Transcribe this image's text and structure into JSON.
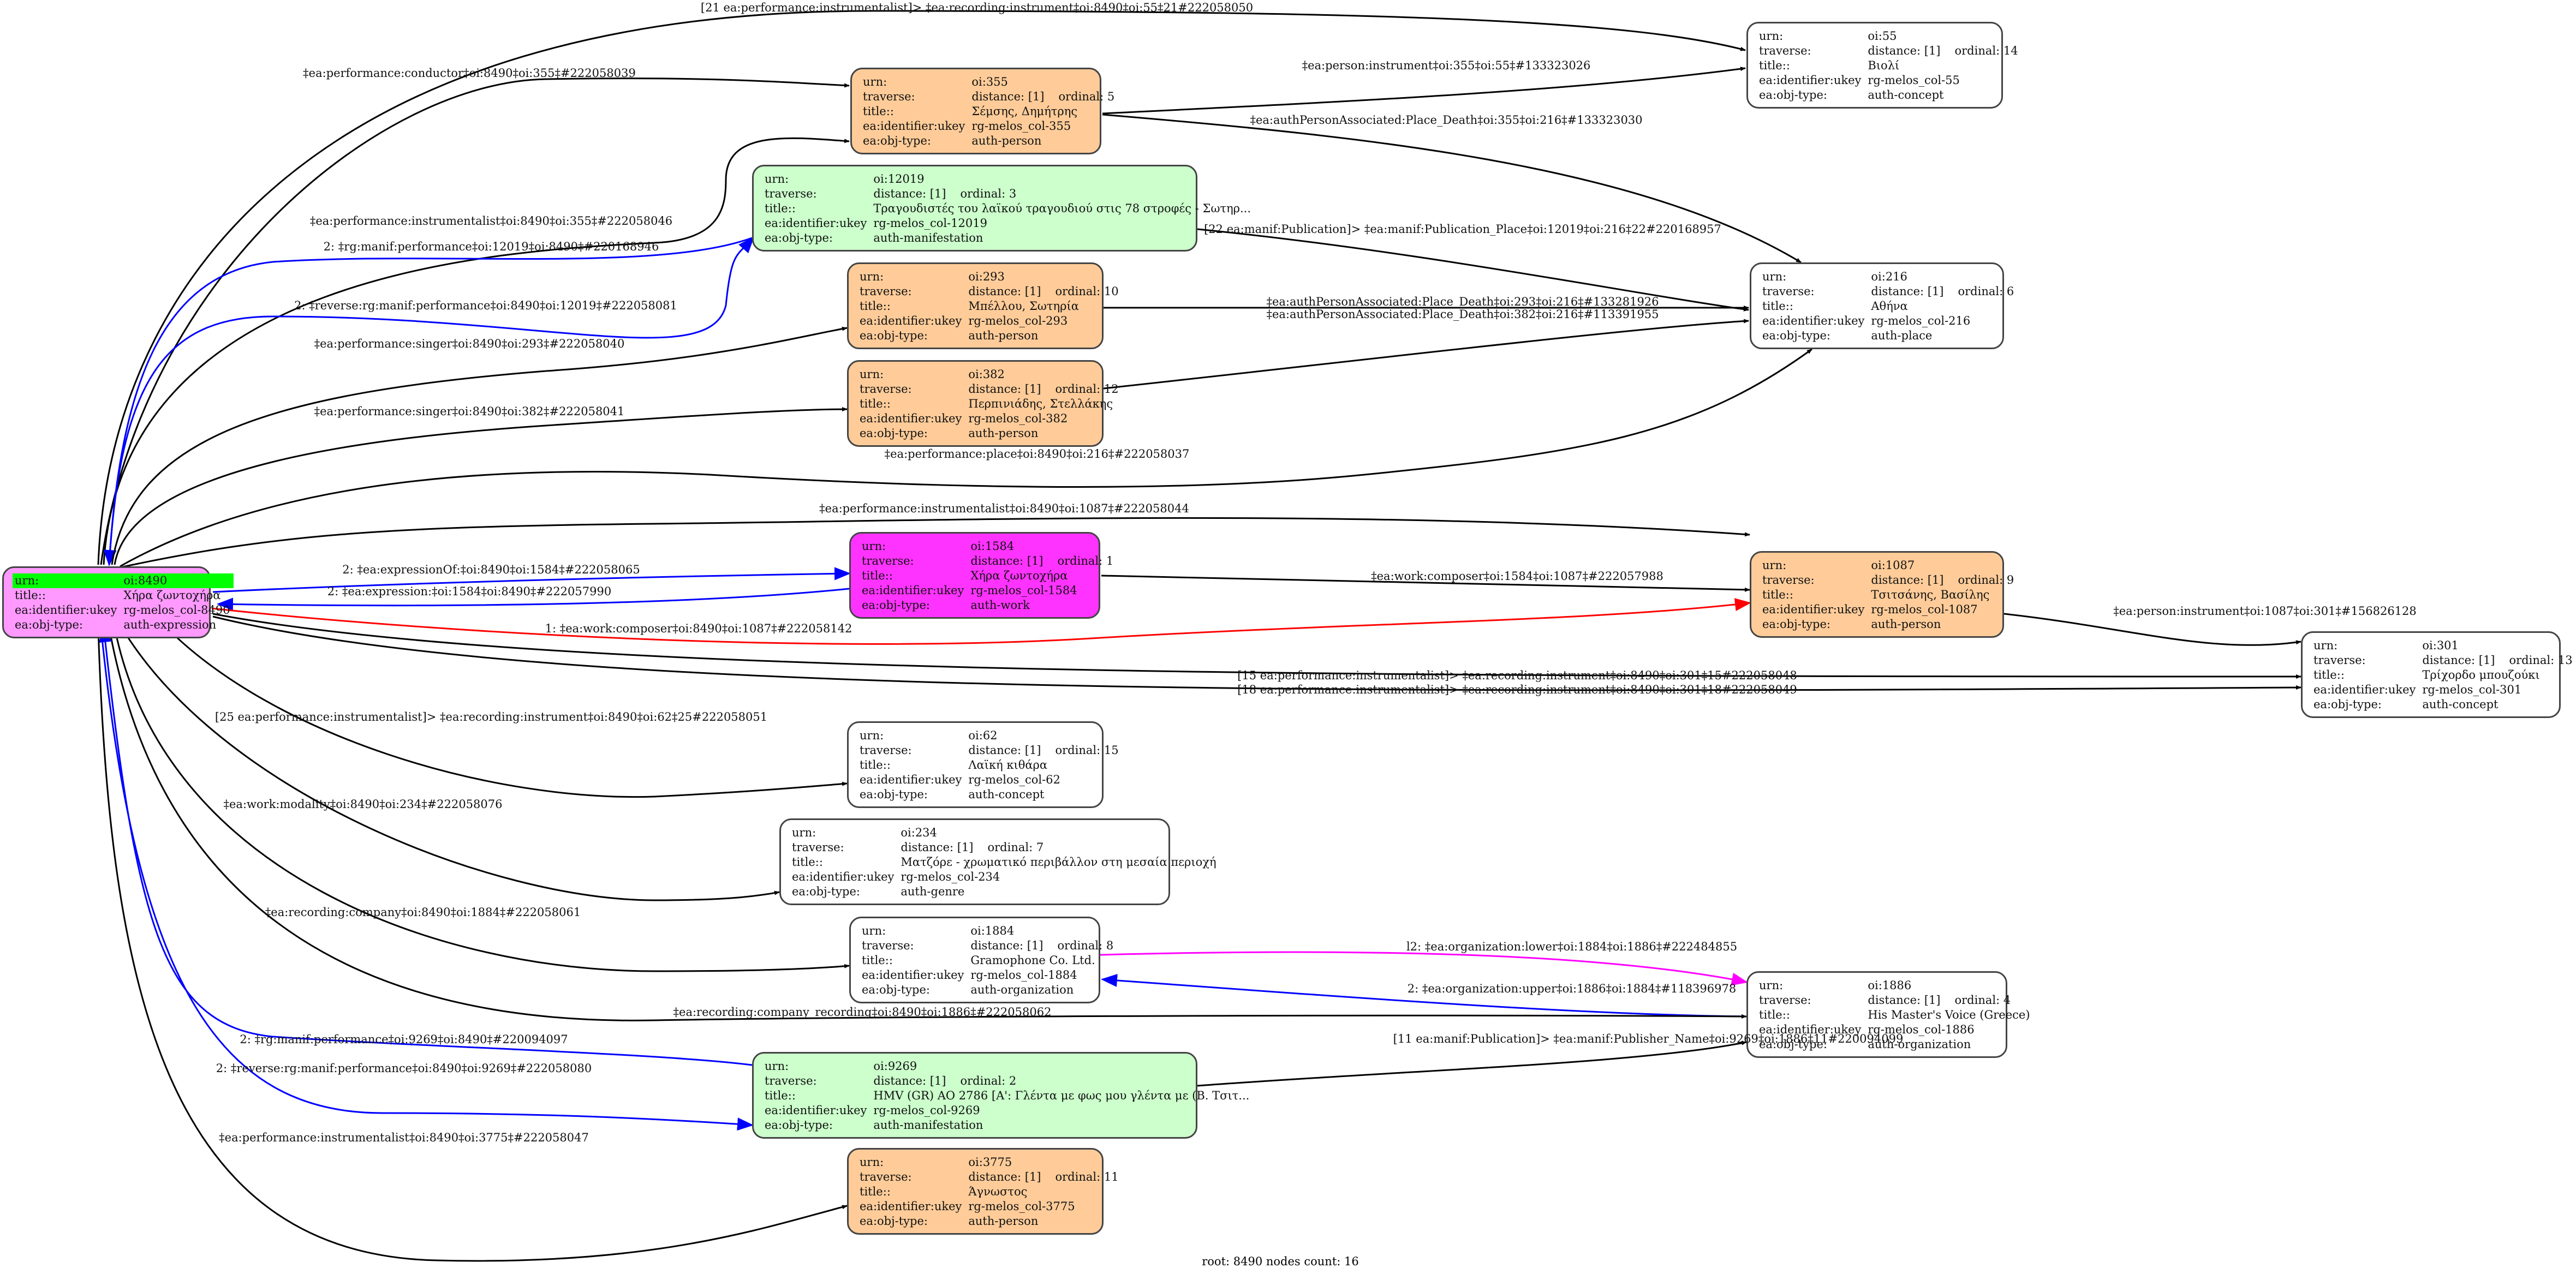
{
  "colors": {
    "root_fill": "#ff99ff",
    "root_highlight": "#00ff00",
    "person_fill": "#ffcc99",
    "manifestation_fill": "#ccffcc",
    "work_fill": "#ff33ff",
    "plain_fill": "#ffffff",
    "edge_default": "#000000",
    "edge_blue": "#0000ff",
    "edge_red": "#ff0000",
    "edge_magenta": "#ff00ff"
  },
  "row_labels": {
    "urn": "urn:",
    "traverse": "traverse:",
    "title": "title::",
    "identifier": "ea:identifier:ukey",
    "objtype": "ea:obj-type:"
  },
  "nodes": {
    "n8490": {
      "urn": "oi:8490",
      "traverse": "",
      "ordinal": "",
      "title": "Χήρα ζωντοχήρα",
      "identifier": "rg-melos_col-8490",
      "objtype": "auth-expression",
      "kind": "root"
    },
    "n355": {
      "urn": "oi:355",
      "traverse": "distance: [1]",
      "ordinal": "ordinal: 5",
      "title": "Σέμσης, Δημήτρης",
      "identifier": "rg-melos_col-355",
      "objtype": "auth-person",
      "kind": "person"
    },
    "n12019": {
      "urn": "oi:12019",
      "traverse": "distance: [1]",
      "ordinal": "ordinal: 3",
      "title": "Τραγουδιστές του λαϊκού τραγουδιού στις 78 στροφές - Σωτηρ...",
      "identifier": "rg-melos_col-12019",
      "objtype": "auth-manifestation",
      "kind": "manifestation"
    },
    "n293": {
      "urn": "oi:293",
      "traverse": "distance: [1]",
      "ordinal": "ordinal: 10",
      "title": "Μπέλλου, Σωτηρία",
      "identifier": "rg-melos_col-293",
      "objtype": "auth-person",
      "kind": "person"
    },
    "n382": {
      "urn": "oi:382",
      "traverse": "distance: [1]",
      "ordinal": "ordinal: 12",
      "title": "Περπινιάδης, Στελλάκης",
      "identifier": "rg-melos_col-382",
      "objtype": "auth-person",
      "kind": "person"
    },
    "n1584": {
      "urn": "oi:1584",
      "traverse": "distance: [1]",
      "ordinal": "ordinal: 1",
      "title": "Χήρα ζωντοχήρα",
      "identifier": "rg-melos_col-1584",
      "objtype": "auth-work",
      "kind": "work"
    },
    "n62": {
      "urn": "oi:62",
      "traverse": "distance: [1]",
      "ordinal": "ordinal: 15",
      "title": "Λαϊκή κιθάρα",
      "identifier": "rg-melos_col-62",
      "objtype": "auth-concept",
      "kind": "plain"
    },
    "n234": {
      "urn": "oi:234",
      "traverse": "distance: [1]",
      "ordinal": "ordinal: 7",
      "title": "Ματζόρε - χρωματικό περιβάλλον στη μεσαία περιοχή",
      "identifier": "rg-melos_col-234",
      "objtype": "auth-genre",
      "kind": "plain"
    },
    "n1884": {
      "urn": "oi:1884",
      "traverse": "distance: [1]",
      "ordinal": "ordinal: 8",
      "title": "Gramophone Co. Ltd.",
      "identifier": "rg-melos_col-1884",
      "objtype": "auth-organization",
      "kind": "plain"
    },
    "n9269": {
      "urn": "oi:9269",
      "traverse": "distance: [1]",
      "ordinal": "ordinal: 2",
      "title": "HMV (GR) AO 2786 [Α': Γλέντα με φως μου γλέντα με (Β. Τσιτ...",
      "identifier": "rg-melos_col-9269",
      "objtype": "auth-manifestation",
      "kind": "manifestation"
    },
    "n3775": {
      "urn": "oi:3775",
      "traverse": "distance: [1]",
      "ordinal": "ordinal: 11",
      "title": "Άγνωστος",
      "identifier": "rg-melos_col-3775",
      "objtype": "auth-person",
      "kind": "person"
    },
    "n55": {
      "urn": "oi:55",
      "traverse": "distance: [1]",
      "ordinal": "ordinal: 14",
      "title": "Βιολί",
      "identifier": "rg-melos_col-55",
      "objtype": "auth-concept",
      "kind": "plain"
    },
    "n216": {
      "urn": "oi:216",
      "traverse": "distance: [1]",
      "ordinal": "ordinal: 6",
      "title": "Αθήνα",
      "identifier": "rg-melos_col-216",
      "objtype": "auth-place",
      "kind": "plain"
    },
    "n1087": {
      "urn": "oi:1087",
      "traverse": "distance: [1]",
      "ordinal": "ordinal: 9",
      "title": "Τσιτσάνης, Βασίλης",
      "identifier": "rg-melos_col-1087",
      "objtype": "auth-person",
      "kind": "person"
    },
    "n1886": {
      "urn": "oi:1886",
      "traverse": "distance: [1]",
      "ordinal": "ordinal: 4",
      "title": "His Master's Voice (Greece)",
      "identifier": "rg-melos_col-1886",
      "objtype": "auth-organization",
      "kind": "plain"
    },
    "n301": {
      "urn": "oi:301",
      "traverse": "distance: [1]",
      "ordinal": "ordinal: 13",
      "title": "Τρίχορδο μπουζούκι",
      "identifier": "rg-melos_col-301",
      "objtype": "auth-concept",
      "kind": "plain"
    }
  },
  "edges": [
    {
      "label": "[21 ea:performance:instrumentalist]> ‡ea:recording:instrument‡oi:8490‡oi:55‡21#222058050",
      "color": "edge_default"
    },
    {
      "label": "‡ea:performance:conductor‡oi:8490‡oi:355‡#222058039",
      "color": "edge_default"
    },
    {
      "label": "‡ea:person:instrument‡oi:355‡oi:55‡#133323026",
      "color": "edge_default"
    },
    {
      "label": "‡ea:authPersonAssociated:Place_Death‡oi:355‡oi:216‡#133323030",
      "color": "edge_default"
    },
    {
      "label": "‡ea:performance:instrumentalist‡oi:8490‡oi:355‡#222058046",
      "color": "edge_default"
    },
    {
      "label": "2: ‡rg:manif:performance‡oi:12019‡oi:8490‡#220168946",
      "color": "edge_blue"
    },
    {
      "label": "2: ‡reverse:rg:manif:performance‡oi:8490‡oi:12019‡#222058081",
      "color": "edge_blue"
    },
    {
      "label": "[22 ea:manif:Publication]> ‡ea:manif:Publication_Place‡oi:12019‡oi:216‡22#220168957",
      "color": "edge_default"
    },
    {
      "label": "‡ea:performance:singer‡oi:8490‡oi:293‡#222058040",
      "color": "edge_default"
    },
    {
      "label": "‡ea:authPersonAssociated:Place_Death‡oi:293‡oi:216‡#133281926",
      "color": "edge_default"
    },
    {
      "label": "‡ea:authPersonAssociated:Place_Death‡oi:382‡oi:216‡#113391955",
      "color": "edge_default"
    },
    {
      "label": "‡ea:performance:singer‡oi:8490‡oi:382‡#222058041",
      "color": "edge_default"
    },
    {
      "label": "‡ea:performance:place‡oi:8490‡oi:216‡#222058037",
      "color": "edge_default"
    },
    {
      "label": "‡ea:performance:instrumentalist‡oi:8490‡oi:1087‡#222058044",
      "color": "edge_default"
    },
    {
      "label": "2: ‡ea:expressionOf:‡oi:8490‡oi:1584‡#222058065",
      "color": "edge_blue"
    },
    {
      "label": "2: ‡ea:expression:‡oi:1584‡oi:8490‡#222057990",
      "color": "edge_blue"
    },
    {
      "label": "‡ea:work:composer‡oi:1584‡oi:1087‡#222057988",
      "color": "edge_default"
    },
    {
      "label": "1: ‡ea:work:composer‡oi:8490‡oi:1087‡#222058142",
      "color": "edge_red"
    },
    {
      "label": "‡ea:person:instrument‡oi:1087‡oi:301‡#156826128",
      "color": "edge_default"
    },
    {
      "label": "[15 ea:performance:instrumentalist]> ‡ea:recording:instrument‡oi:8490‡oi:301‡15#222058048",
      "color": "edge_default"
    },
    {
      "label": "[18 ea:performance:instrumentalist]> ‡ea:recording:instrument‡oi:8490‡oi:301‡18#222058049",
      "color": "edge_default"
    },
    {
      "label": "[25 ea:performance:instrumentalist]> ‡ea:recording:instrument‡oi:8490‡oi:62‡25#222058051",
      "color": "edge_default"
    },
    {
      "label": "‡ea:work:modality‡oi:8490‡oi:234‡#222058076",
      "color": "edge_default"
    },
    {
      "label": "‡ea:recording:company‡oi:8490‡oi:1884‡#222058061",
      "color": "edge_default"
    },
    {
      "label": "l2: ‡ea:organization:lower‡oi:1884‡oi:1886‡#222484855",
      "color": "edge_magenta"
    },
    {
      "label": "2: ‡ea:organization:upper‡oi:1886‡oi:1884‡#118396978",
      "color": "edge_blue"
    },
    {
      "label": "‡ea:recording:company_recording‡oi:8490‡oi:1886‡#222058062",
      "color": "edge_default"
    },
    {
      "label": "2: ‡rg:manif:performance‡oi:9269‡oi:8490‡#220094097",
      "color": "edge_blue"
    },
    {
      "label": "[11 ea:manif:Publication]> ‡ea:manif:Publisher_Name‡oi:9269‡oi:1886‡11#220094099",
      "color": "edge_default"
    },
    {
      "label": "2: ‡reverse:rg:manif:performance‡oi:8490‡oi:9269‡#222058080",
      "color": "edge_blue"
    },
    {
      "label": "‡ea:performance:instrumentalist‡oi:8490‡oi:3775‡#222058047",
      "color": "edge_default"
    }
  ],
  "footer": "root: 8490 nodes count: 16"
}
